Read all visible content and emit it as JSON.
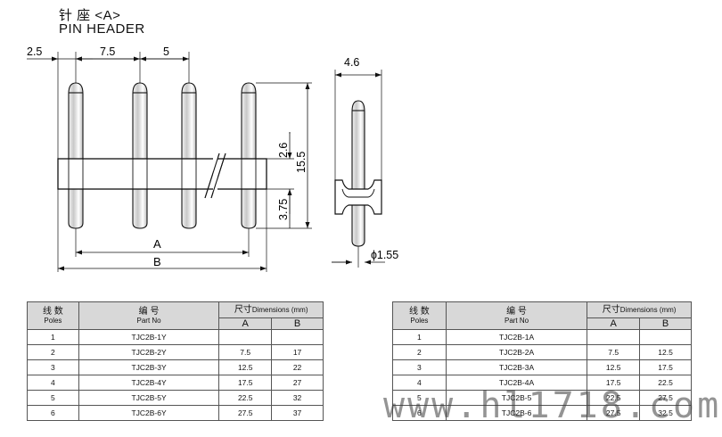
{
  "title": {
    "cn": "针 座 <A>",
    "en": "PIN HEADER"
  },
  "dimensions": {
    "pitch_first": "2.5",
    "pitch_a": "7.5",
    "pitch_b": "5",
    "depth": "4.6",
    "upper_pin": "2.6",
    "total_height": "15.5",
    "lower_pin": "3.75",
    "dim_a": "A",
    "dim_b": "B",
    "pin_diameter": "ɸ1.55"
  },
  "table_left": {
    "headers": {
      "poles_cn": "线 数",
      "poles_en": "Poles",
      "part_cn": "编 号",
      "part_en": "Part No",
      "dim_cn": "尺寸",
      "dim_en": "Dimensions (mm)",
      "a": "A",
      "b": "B"
    },
    "rows": [
      [
        "1",
        "TJC2B-1Y",
        "",
        ""
      ],
      [
        "2",
        "TJC2B-2Y",
        "7.5",
        "17"
      ],
      [
        "3",
        "TJC2B-3Y",
        "12.5",
        "22"
      ],
      [
        "4",
        "TJC2B-4Y",
        "17.5",
        "27"
      ],
      [
        "5",
        "TJC2B-5Y",
        "22.5",
        "32"
      ],
      [
        "6",
        "TJC2B-6Y",
        "27.5",
        "37"
      ]
    ]
  },
  "table_right": {
    "headers": {
      "poles_cn": "线 数",
      "poles_en": "Poles",
      "part_cn": "编 号",
      "part_en": "Part No",
      "dim_cn": "尺寸",
      "dim_en": "Dimensions (mm)",
      "a": "A",
      "b": "B"
    },
    "rows": [
      [
        "1",
        "TJC2B-1A",
        "",
        ""
      ],
      [
        "2",
        "TJC2B-2A",
        "7.5",
        "12.5"
      ],
      [
        "3",
        "TJC2B-3A",
        "12.5",
        "17.5"
      ],
      [
        "4",
        "TJC2B-4A",
        "17.5",
        "22.5"
      ],
      [
        "5",
        "TJC2B-5",
        "22.5",
        "27.5"
      ],
      [
        "6",
        "TJC2B-6",
        "27.5",
        "32.5"
      ]
    ]
  },
  "watermark": "www.hl1718.com"
}
